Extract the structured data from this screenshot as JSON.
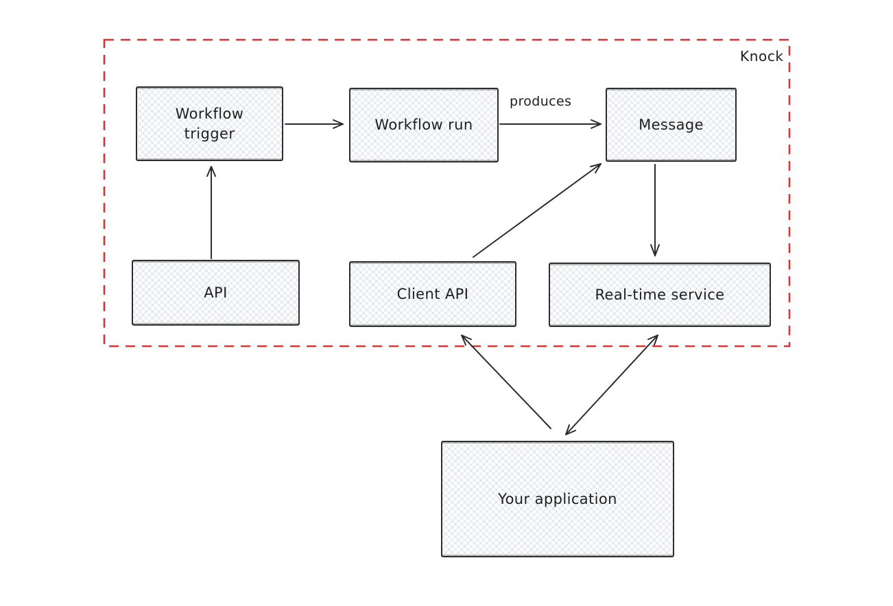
{
  "diagram": {
    "container_label": "Knock",
    "nodes": [
      {
        "id": "workflow-trigger",
        "label": "Workflow trigger"
      },
      {
        "id": "workflow-run",
        "label": "Workflow run"
      },
      {
        "id": "message",
        "label": "Message"
      },
      {
        "id": "api",
        "label": "API"
      },
      {
        "id": "client-api",
        "label": "Client API"
      },
      {
        "id": "realtime-service",
        "label": "Real-time service"
      },
      {
        "id": "your-application",
        "label": "Your application"
      }
    ],
    "edges": [
      {
        "from": "Workflow trigger",
        "to": "Workflow run",
        "label": "",
        "bidirectional": false
      },
      {
        "from": "Workflow run",
        "to": "Message",
        "label": "produces",
        "bidirectional": false
      },
      {
        "from": "API",
        "to": "Workflow trigger",
        "label": "",
        "bidirectional": false
      },
      {
        "from": "Client API",
        "to": "Message",
        "label": "",
        "bidirectional": false
      },
      {
        "from": "Message",
        "to": "Real-time service",
        "label": "",
        "bidirectional": false
      },
      {
        "from": "Your application",
        "to": "Client API",
        "label": "",
        "bidirectional": false
      },
      {
        "from": "Your application",
        "to": "Real-time service",
        "label": "",
        "bidirectional": true
      }
    ],
    "colors": {
      "boundary_red": "#e03131",
      "stroke": "#2b2b2b",
      "hatch": "#8c98af",
      "text": "#1e1e1e"
    }
  }
}
